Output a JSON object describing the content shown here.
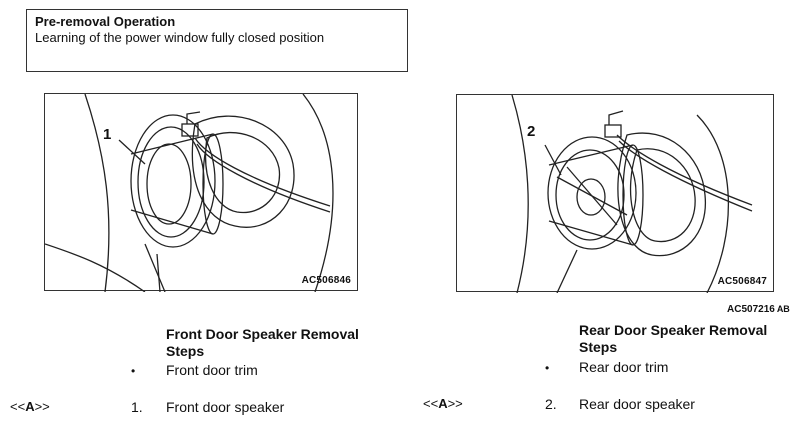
{
  "pre_removal": {
    "title": "Pre-removal Operation",
    "text": "Learning of the power window fully closed position"
  },
  "figures": [
    {
      "callout": "1",
      "code": "AC506846",
      "icon": "front-door-speaker-illustration"
    },
    {
      "callout": "2",
      "code": "AC506847",
      "icon": "rear-door-speaker-illustration"
    }
  ],
  "group_code": {
    "code": "AC507216",
    "suffix": "AB"
  },
  "front": {
    "heading_line1": "Front Door Speaker Removal",
    "heading_line2": "Steps",
    "steps": [
      {
        "marker": "•",
        "text": "Front door trim"
      },
      {
        "marker": "1.",
        "text": "Front door speaker",
        "ref_open": "<<",
        "ref_letter": "A",
        "ref_close": ">>"
      }
    ]
  },
  "rear": {
    "heading_line1": "Rear Door Speaker Removal",
    "heading_line2": "Steps",
    "steps": [
      {
        "marker": "•",
        "text": "Rear door trim"
      },
      {
        "marker": "2.",
        "text": "Rear door speaker",
        "ref_open": "<<",
        "ref_letter": "A",
        "ref_close": ">>"
      }
    ]
  }
}
